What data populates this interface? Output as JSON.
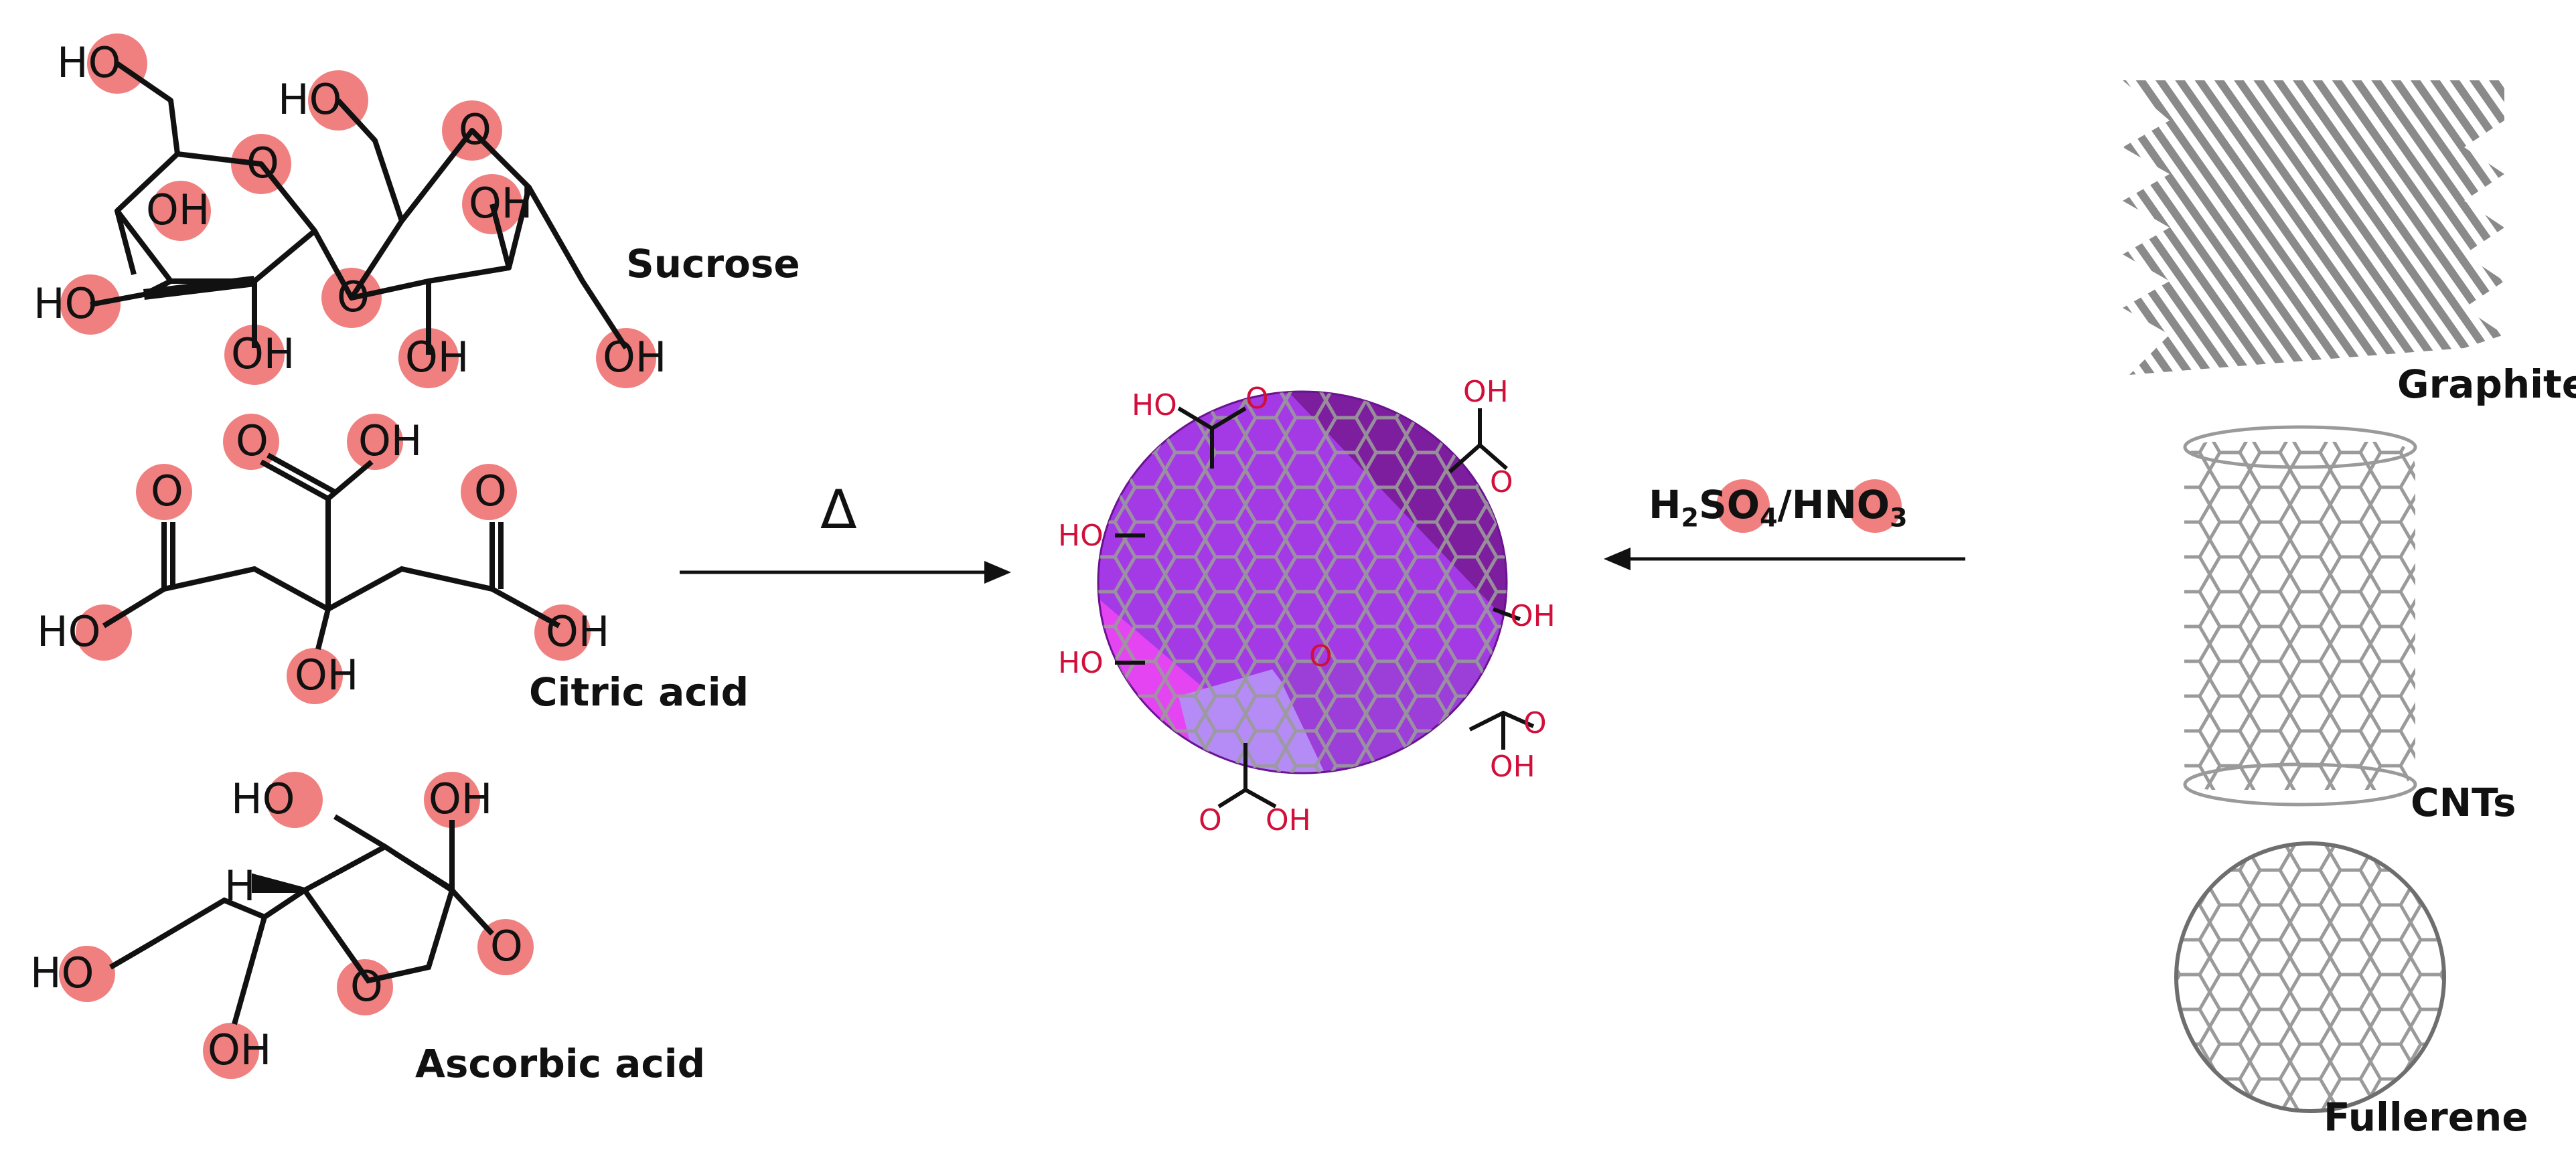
{
  "labels": {
    "sucrose": "Sucrose",
    "citric_acid": "Citric acid",
    "ascorbic_acid": "Ascorbic acid",
    "graphite": "Graphite",
    "cnts": "CNTs",
    "fullerene": "Fullerene"
  },
  "reaction": {
    "heat_symbol": "Δ",
    "reagent": {
      "h": "H",
      "h_sub": "2",
      "so": "SO",
      "so_sub": "4",
      "mid": "/HNO",
      "no_sub": "3"
    }
  },
  "atom_text": {
    "hydroxyl": "HO",
    "hydroxyl_rev": "OH",
    "oxygen": "O",
    "hydrogen": "H"
  },
  "colors": {
    "oxygen_highlight": "#f08080",
    "dot_purple": "#9b2fd6",
    "dot_dark": "#7a1a9c",
    "dot_magenta": "#e040f0",
    "dot_lilac": "#b488f5",
    "heteroatom": "#d0103a"
  }
}
